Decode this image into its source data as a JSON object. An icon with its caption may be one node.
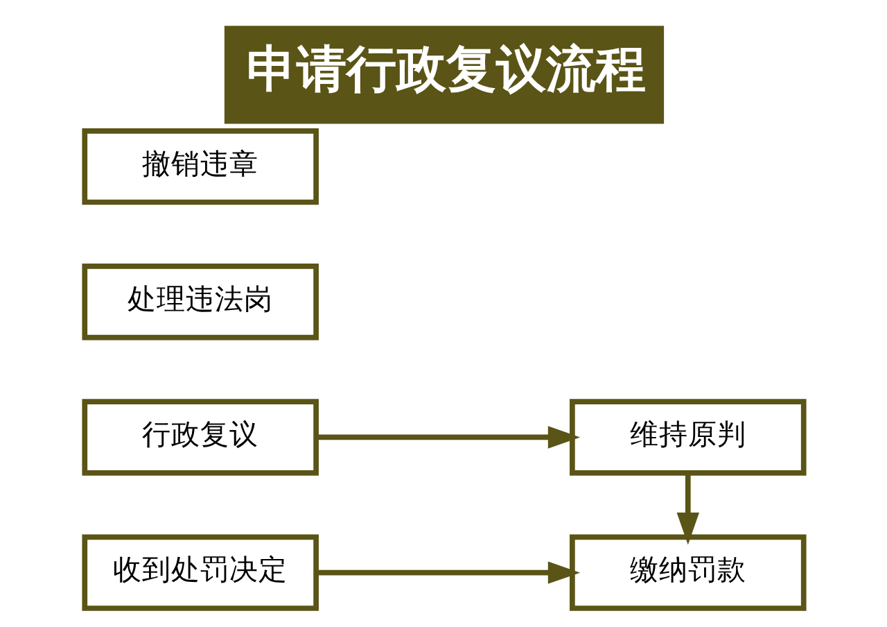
{
  "diagram": {
    "title": "申请行政复议流程",
    "nodes": [
      {
        "text": [
          "收到处罚决定"
        ]
      },
      {
        "text": [
          "行政复议"
        ]
      },
      {
        "text": [
          "处理违法岗"
        ]
      },
      {
        "text": [
          "撤销违章"
        ]
      },
      {
        "text": [
          "缴纳罚款"
        ]
      },
      {
        "text": [
          "维持原判"
        ]
      }
    ],
    "edges": [
      {
        "from": 0,
        "to": 4,
        "arrow": "to"
      },
      {
        "from": 1,
        "to": 5,
        "arrow": "to"
      },
      {
        "from": 5,
        "to": 4,
        "arrow": "to"
      }
    ]
  }
}
